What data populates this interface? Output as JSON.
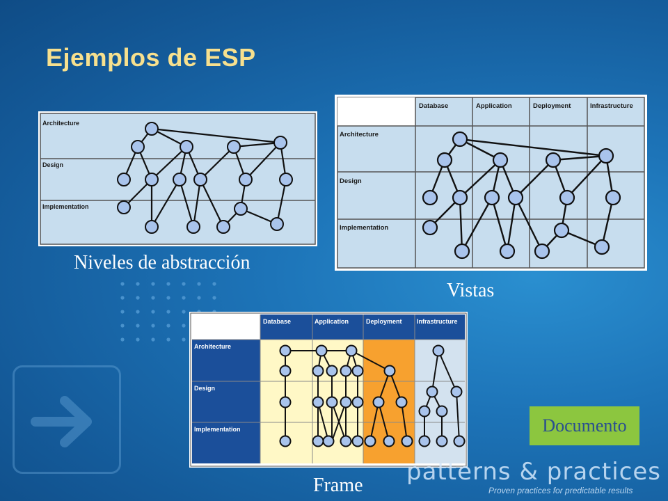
{
  "slide": {
    "title": "Ejemplos de ESP",
    "document_button": "Documento",
    "brand_name": "patterns & practices",
    "brand_tagline": "Proven practices for predictable results"
  },
  "colors": {
    "background": "#1d74b8",
    "title": "#f7e08e",
    "diagram_fill": "#c7ddee",
    "node_fill": "#a9c4ec",
    "frame_header": "#1b4f9a",
    "frame_database_col": "#fff8c6",
    "frame_application_col": "#fff8c6",
    "frame_deployment_col": "#f7a12f",
    "frame_infrastructure_col": "#d3e2ef",
    "document_button": "#8cc63f"
  },
  "diagrams": [
    {
      "id": "levels",
      "caption": "Niveles de abstracción",
      "rows": [
        "Architecture",
        "Design",
        "Implementation"
      ],
      "columns": []
    },
    {
      "id": "views",
      "caption": "Vistas",
      "rows": [
        "Architecture",
        "Design",
        "Implementation"
      ],
      "columns": [
        "Database",
        "Application",
        "Deployment",
        "Infrastructure"
      ]
    },
    {
      "id": "frame",
      "caption": "Frame",
      "rows": [
        "Architecture",
        "Design",
        "Implementation"
      ],
      "columns": [
        "Database",
        "Application",
        "Deployment",
        "Infrastructure"
      ]
    }
  ]
}
